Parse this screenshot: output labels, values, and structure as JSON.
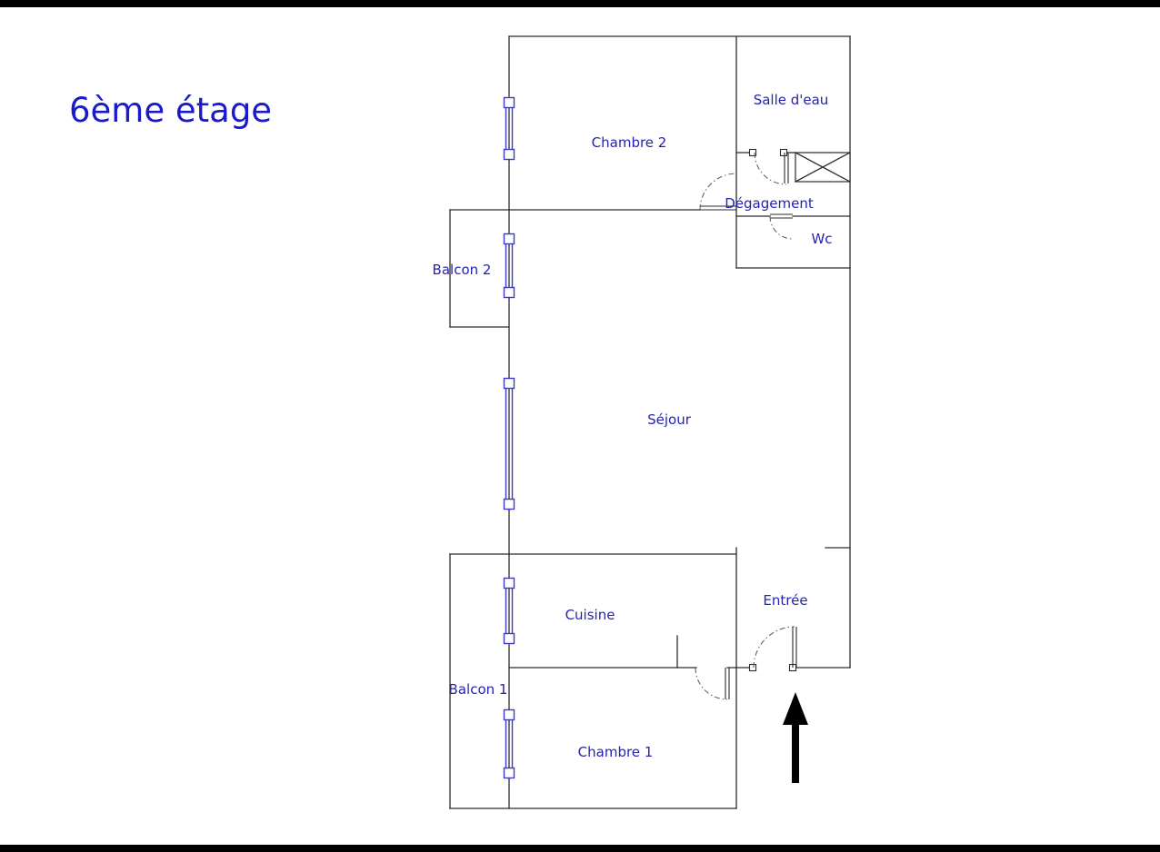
{
  "title": "6ème étage",
  "rooms": [
    {
      "id": "salle-deau",
      "label": "Salle d'eau"
    },
    {
      "id": "chambre-2",
      "label": "Chambre 2"
    },
    {
      "id": "degagement",
      "label": "Dégagement"
    },
    {
      "id": "wc",
      "label": "Wc"
    },
    {
      "id": "balcon-2",
      "label": "Balcon 2"
    },
    {
      "id": "sejour",
      "label": "Séjour"
    },
    {
      "id": "cuisine",
      "label": "Cuisine"
    },
    {
      "id": "entree",
      "label": "Entrée"
    },
    {
      "id": "balcon-1",
      "label": "Balcon 1"
    },
    {
      "id": "chambre-1",
      "label": "Chambre 1"
    }
  ],
  "colors": {
    "title": "#1a1acd",
    "label": "#2323b4",
    "wall": "#2b2b2b",
    "window": "#3a3ac8",
    "arrow": "#000000"
  }
}
